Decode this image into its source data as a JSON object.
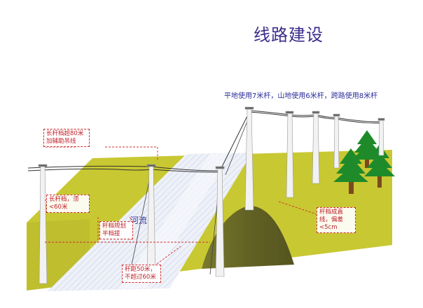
{
  "title": "线路建设",
  "caption": "平地使用7米杆，山地使用6米杆，跨路使用8米杆",
  "river_label": "河流",
  "notes": {
    "long_span": "长杆档超80米加辅助吊线",
    "stay_wire": "长杆档，须<60米",
    "spacing_half": "杆档规划半档接",
    "pole_distance": "杆距50米，不超过60米",
    "straight_line": "杆档成直线，偏差<5cm"
  },
  "colors": {
    "ground": "#c8c832",
    "ground_side": "#b3b32b",
    "river": "#e9edf6",
    "hill": "#6b6b28",
    "tree": "#1e8a2a",
    "trunk": "#7a4a1e",
    "pole": "#f2f2f2",
    "wire": "#333333",
    "annotation": "#c0202a",
    "title": "#3a2d8c"
  }
}
